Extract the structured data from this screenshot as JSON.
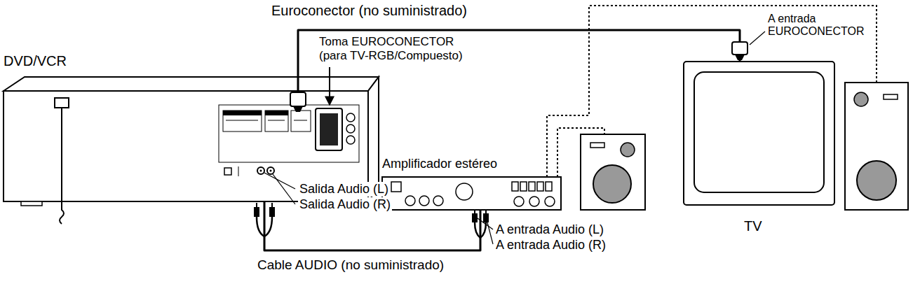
{
  "diagram": {
    "nodes": [
      {
        "text": [
          "DVD/VCR"
        ]
      },
      {
        "text": [
          "Amplificador estéreo"
        ]
      },
      {
        "text": [
          "TV"
        ]
      }
    ],
    "edges": [
      {
        "from": 0,
        "to": 2,
        "arrow": "none",
        "label": "Euroconector (no suministrado)"
      },
      {
        "from": 0,
        "to": 1,
        "arrow": "none",
        "label": "Cable AUDIO (no suministrado)"
      }
    ],
    "labels": [
      "Toma EUROCONECTOR (para TV-RGB/Compuesto)",
      "A entrada EUROCONECTOR",
      "Salida Audio (L)",
      "Salida Audio (R)",
      "A entrada Audio (L)",
      "A entrada Audio (R)"
    ]
  }
}
